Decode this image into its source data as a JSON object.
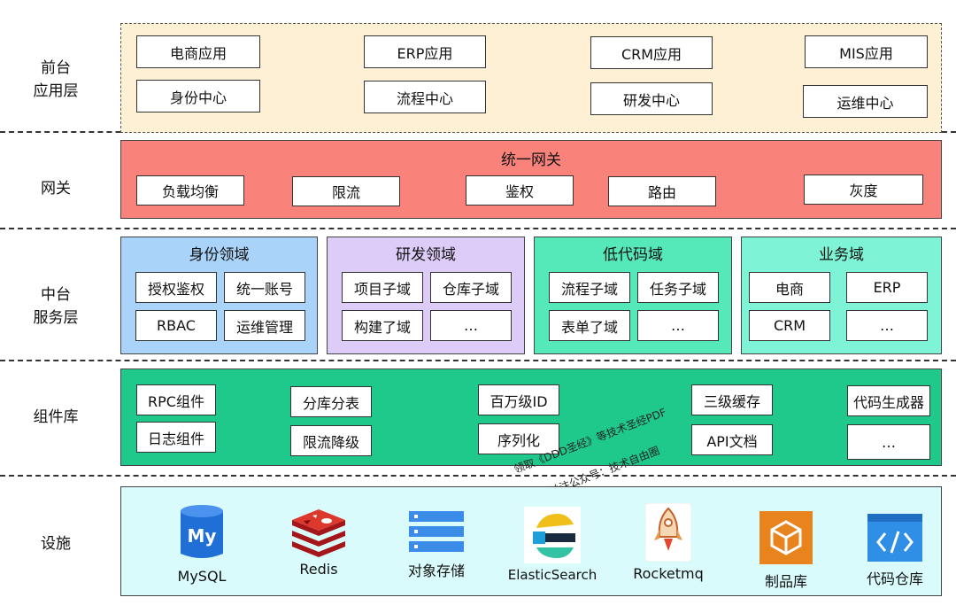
{
  "layers": {
    "frontend": [
      "前台",
      "应用层"
    ],
    "gateway": [
      "网关"
    ],
    "middle": [
      "中台",
      "服务层"
    ],
    "components": [
      "组件库"
    ],
    "infra": [
      "设施"
    ]
  },
  "frontend": {
    "row1": [
      "电商应用",
      "ERP应用",
      "CRM应用",
      "MIS应用"
    ],
    "row2": [
      "身份中心",
      "流程中心",
      "研发中心",
      "运维中心"
    ]
  },
  "gateway": {
    "title": "统一网关",
    "items": [
      "负载均衡",
      "限流",
      "鉴权",
      "路由",
      "灰度"
    ]
  },
  "domains": [
    {
      "title": "身份领域",
      "items": [
        "授权鉴权",
        "统一账号",
        "RBAC",
        "运维管理"
      ]
    },
    {
      "title": "研发领域",
      "items": [
        "项目子域",
        "仓库子域",
        "构建了域",
        "…"
      ]
    },
    {
      "title": "低代码域",
      "items": [
        "流程子域",
        "任务子域",
        "表单了域",
        "…"
      ]
    },
    {
      "title": "业务域",
      "items": [
        "电商",
        "ERP",
        "CRM",
        "…"
      ]
    }
  ],
  "components": {
    "items": [
      "RPC组件",
      "日志组件",
      "分库分表",
      "限流降级",
      "百万级ID",
      "序列化",
      "三级缓存",
      "API文档",
      "代码生成器",
      "…"
    ]
  },
  "infra": {
    "items": [
      "MySQL",
      "Redis",
      "对象存储",
      "ElasticSearch",
      "Rocketmq",
      "制品库",
      "代码仓库"
    ],
    "mysql_badge": "My"
  },
  "watermark": {
    "line1": "领取《DDD圣经》等技术圣经PDF",
    "line2": "关注公众号：技术自由圈"
  },
  "colors": {
    "frontend_bg": "#fdf0d5",
    "gateway_bg": "#f9837a",
    "identity_bg": "#a9d3f8",
    "rnd_bg": "#ddccf7",
    "lowcode_bg": "#55e8b8",
    "business_bg": "#7ff3d6",
    "components_bg": "#1fc98b",
    "infra_bg": "#d9fbfb"
  }
}
